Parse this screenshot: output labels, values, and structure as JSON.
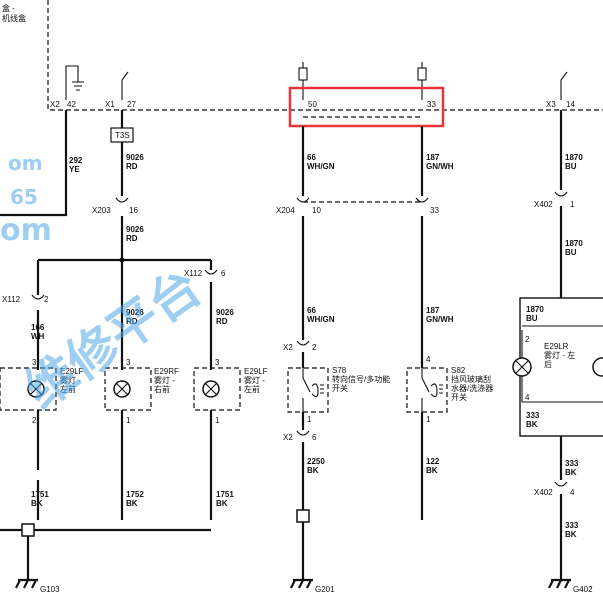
{
  "header": {
    "corner_line1": "盒 -",
    "corner_line2": "机线盒"
  },
  "highlight": {
    "color": "#e8333a"
  },
  "connectors": {
    "x2_top": "X2",
    "x1_top": "X1",
    "x3_top": "X3",
    "x203": "X203",
    "x204": "X204",
    "x402_a": "X402",
    "x402_b": "X402",
    "x112_left": "X112",
    "x112_mid": "X112",
    "x2_s78_top": "X2",
    "x2_s78_bot": "X2"
  },
  "pins": {
    "p42": "42",
    "p27": "27",
    "p50": "50",
    "p33_top": "33",
    "p14": "14",
    "p16": "16",
    "p10": "10",
    "p33_mid": "33",
    "p1_x402": "1",
    "p2_x112": "2",
    "p6_x112": "6",
    "p2_x2": "2",
    "p4_s82": "4",
    "p6_x2": "6",
    "p4_x402": "4",
    "e29lf_top": "3",
    "e29lf_bot": "2",
    "e29rf_top": "3",
    "e29rf_bot": "1",
    "e29lf2_top": "3",
    "e29lf2_bot": "1",
    "s78_bot": "1",
    "s82_bot": "1",
    "e29lr_top": "2",
    "e29lr_bot": "4"
  },
  "wires": {
    "w292": {
      "num": "292",
      "color": "YE"
    },
    "w9026_a": {
      "num": "9026",
      "color": "RD"
    },
    "w9026_b": {
      "num": "9026",
      "color": "RD"
    },
    "w9026_c": {
      "num": "9026",
      "color": "RD"
    },
    "w9026_d": {
      "num": "9026",
      "color": "RD"
    },
    "w66_a": {
      "num": "66",
      "color": "WH/GN"
    },
    "w66_b": {
      "num": "66",
      "color": "WH/GN"
    },
    "w187_a": {
      "num": "187",
      "color": "GN/WH"
    },
    "w187_b": {
      "num": "187",
      "color": "GN/WH"
    },
    "w1870_a": {
      "num": "1870",
      "color": "BU"
    },
    "w1870_b": {
      "num": "1870",
      "color": "BU"
    },
    "w1870_c": {
      "num": "1870",
      "color": "BU"
    },
    "w166": {
      "num": "166",
      "color": "WH"
    },
    "w1751_a": {
      "num": "1751",
      "color": "BK"
    },
    "w1752": {
      "num": "1752",
      "color": "BK"
    },
    "w1751_b": {
      "num": "1751",
      "color": "BK"
    },
    "w2250": {
      "num": "2250",
      "color": "BK"
    },
    "w122": {
      "num": "122",
      "color": "BK"
    },
    "w333_a": {
      "num": "333",
      "color": "BK"
    },
    "w333_b": {
      "num": "333",
      "color": "BK"
    },
    "w333_c": {
      "num": "333",
      "color": "BK"
    }
  },
  "fuse": {
    "label": "T3S"
  },
  "components": {
    "e29lf_left": {
      "id": "E29LF",
      "line1": "雾灯 -",
      "line2": "左前"
    },
    "e29rf": {
      "id": "E29RF",
      "line1": "雾灯 -",
      "line2": "右前"
    },
    "e29lf_mid": {
      "id": "E29LF",
      "line1": "雾灯 -",
      "line2": "左前"
    },
    "s78": {
      "id": "S78",
      "line1": "转向信号/多功能",
      "line2": "开关"
    },
    "s82": {
      "id": "S82",
      "line1": "挡风玻璃刮",
      "line2": "水器/洗涤器",
      "line3": "开关"
    },
    "e29lr": {
      "id": "E29LR",
      "line1": "雾灯 - 左",
      "line2": "后"
    }
  },
  "grounds": {
    "g103": "G103",
    "g201": "G201",
    "g402": "G402"
  },
  "watermark": {
    "text1": "om",
    "text2": "65",
    "text3": "om",
    "text4": "维修平台"
  }
}
